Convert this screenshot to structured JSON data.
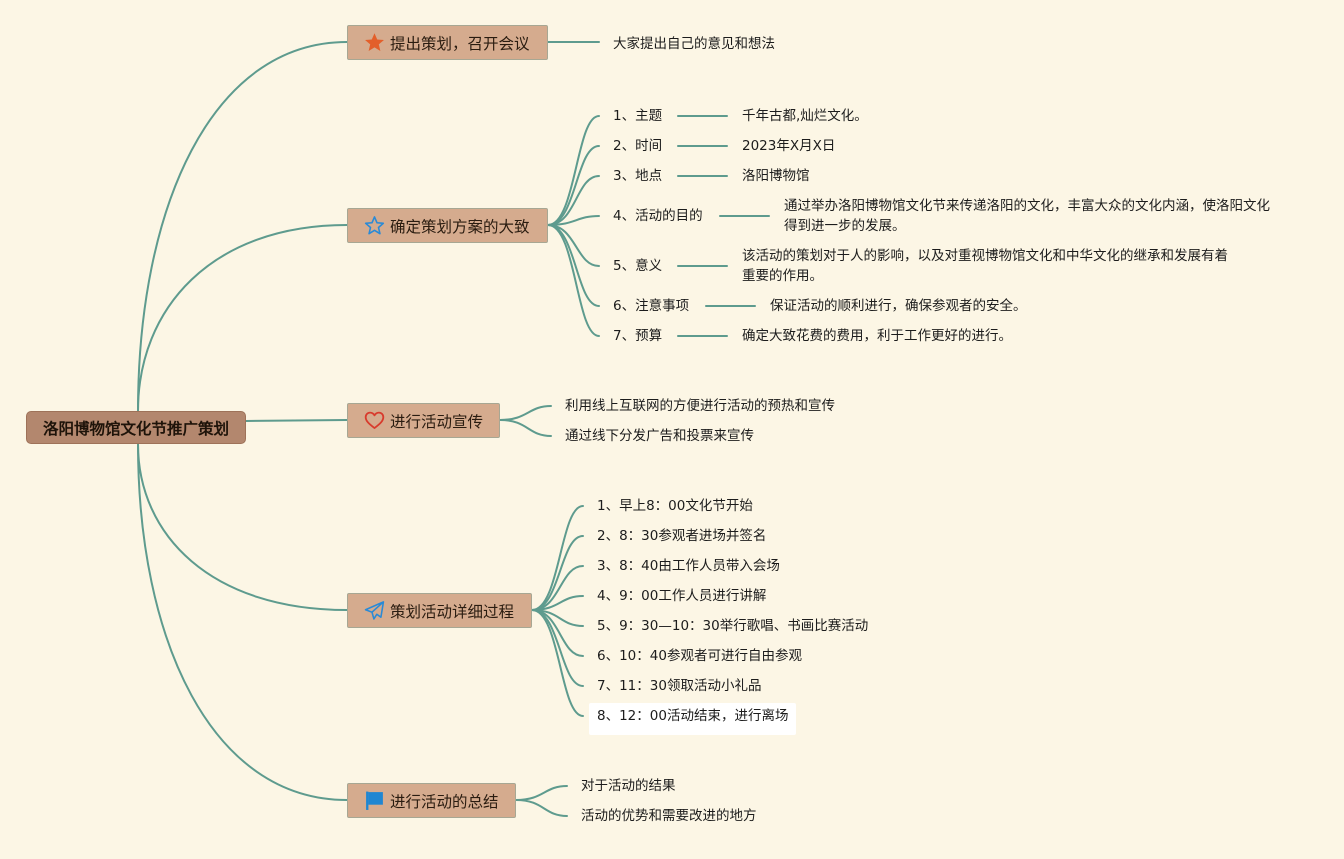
{
  "root": {
    "label": "洛阳博物馆文化节推广策划"
  },
  "colors": {
    "background": "#fcf6e5",
    "line": "#5e9b8e",
    "root_fill": "#b3876e",
    "branch_fill": "#d5ab8e"
  },
  "branches": [
    {
      "label": "提出策划，召开会议",
      "icon": "star-filled-icon",
      "items": [
        {
          "text": "大家提出自己的意见和想法"
        }
      ]
    },
    {
      "label": "确定策划方案的大致",
      "icon": "star-outline-icon",
      "items": [
        {
          "label": "1、主题",
          "detail": "千年古都,灿烂文化。"
        },
        {
          "label": "2、时间",
          "detail": "2023年X月X日"
        },
        {
          "label": "3、地点",
          "detail": "洛阳博物馆"
        },
        {
          "label": "4、活动的目的",
          "detail": "通过举办洛阳博物馆文化节来传递洛阳的文化，丰富大众的文化内涵，使洛阳文化得到进一步的发展。"
        },
        {
          "label": "5、意义",
          "detail": "该活动的策划对于人的影响，以及对重视博物馆文化和中华文化的继承和发展有着重要的作用。"
        },
        {
          "label": "6、注意事项",
          "detail": "保证活动的顺利进行，确保参观者的安全。"
        },
        {
          "label": "7、预算",
          "detail": "确定大致花费的费用，利于工作更好的进行。"
        }
      ]
    },
    {
      "label": "进行活动宣传",
      "icon": "heart-icon",
      "items": [
        {
          "text": "利用线上互联网的方便进行活动的预热和宣传"
        },
        {
          "text": "通过线下分发广告和投票来宣传"
        }
      ]
    },
    {
      "label": "策划活动详细过程",
      "icon": "paper-plane-icon",
      "items": [
        {
          "text": "1、早上8：00文化节开始"
        },
        {
          "text": "2、8：30参观者进场并签名"
        },
        {
          "text": "3、8：40由工作人员带入会场"
        },
        {
          "text": "4、9：00工作人员进行讲解"
        },
        {
          "text": "5、9：30—10：30举行歌唱、书画比赛活动"
        },
        {
          "text": "6、10：40参观者可进行自由参观"
        },
        {
          "text": "7、11：30领取活动小礼品"
        },
        {
          "text": "8、12：00活动结束，进行离场"
        }
      ]
    },
    {
      "label": "进行活动的总结",
      "icon": "flag-icon",
      "items": [
        {
          "text": "对于活动的结果"
        },
        {
          "text": "活动的优势和需要改进的地方"
        }
      ]
    }
  ]
}
